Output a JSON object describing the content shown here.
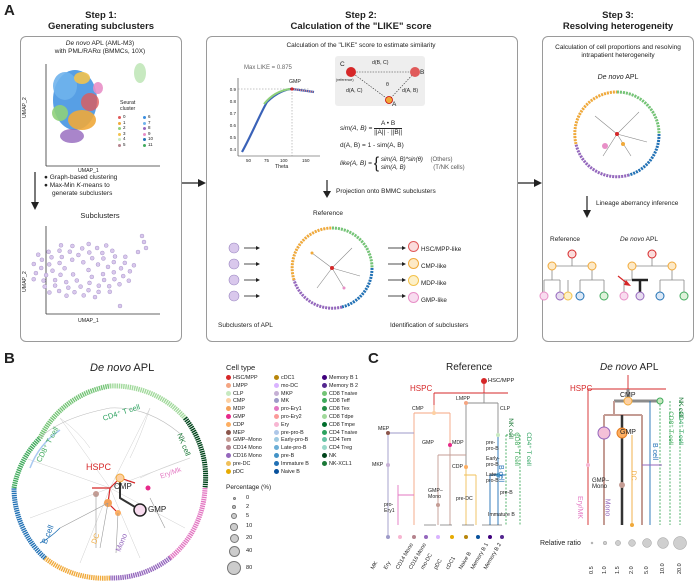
{
  "panel_a": {
    "letter": "A",
    "step1": {
      "title_line1": "Step 1:",
      "title_line2": "Generating subclusters",
      "sample_italic": "De novo",
      "sample_rest": " APL (AML-M3)",
      "sample_line2": "with PML/RARα (BMMCs, 10X)",
      "umap_y": "UMAP_2",
      "umap_x": "UMAP_1",
      "seurat_label_1": "Seurat",
      "seurat_label_2": "cluster",
      "seurat_clusters": [
        "0",
        "1",
        "2",
        "3",
        "4",
        "5",
        "6",
        "7",
        "8",
        "9",
        "10",
        "11"
      ],
      "bullet1": "Graph-based clustering",
      "bullet2_a": "Max-Min ",
      "bullet2_b": "K",
      "bullet2_c": "-means to",
      "bullet2_d": "generate subclusters",
      "subclusters_title": "Subclusters",
      "sub_umap_y": "UMAP_2",
      "sub_umap_x": "UMAP_1"
    },
    "step2": {
      "title_line1": "Step 2:",
      "title_line2": "Calculation of the \"LIKE\" score",
      "desc": "Calculation of the \"LIKE\" score to estimate similarity",
      "max_like": "Max LIKE = 0.875",
      "gmp_label": "GMP",
      "y_ticks": [
        "0.9",
        "0.8",
        "0.7",
        "0.6",
        "0.5",
        "0.4"
      ],
      "x_ticks": [
        "50",
        "75",
        "100",
        "150"
      ],
      "x_label": "Theta",
      "vec_c": "C",
      "vec_b": "B",
      "vec_a": "A",
      "d_bc": "d(B, C)",
      "d_ac": "d(A, C)",
      "d_ab": "d(A, B)",
      "theta": "θ",
      "ref_tag": "(reference)",
      "sim_lhs": "sim(A, B) = ",
      "sim_num": "A • B",
      "sim_den": "||A|| · ||B||",
      "d_formula": "d(A, B) = 1 - sim(A, B)",
      "like_lhs": "like(A, B) = ",
      "like_case1": "sim(A, B)*sin(θ)",
      "like_case1_note": "(Others)",
      "like_case2": "sim(A, B)",
      "like_case2_note": "(T/NK cells)",
      "projection": "Projection onto BMMC subclusters",
      "reference": "Reference",
      "subclusters_of_apl": "Subclusters of APL",
      "identification": "Identification of subclusters",
      "likes": [
        {
          "label": "HSC/MPP-like",
          "color": "#e05a5a"
        },
        {
          "label": "CMP-like",
          "color": "#f0a93a"
        },
        {
          "label": "MDP-like",
          "color": "#f3c24c"
        },
        {
          "label": "GMP-like",
          "color": "#e88fc7"
        }
      ]
    },
    "step3": {
      "title_line1": "Step 3:",
      "title_line2": "Resolving heterogeneity",
      "desc": "Calculation of cell proportions and resolving intrapatient heterogeneity",
      "sample_italic": "De novo",
      "sample_rest": " APL",
      "lineage": "Lineage aberrancy inference",
      "reference": "Reference",
      "denovo_italic": "De novo",
      "denovo_rest": " APL"
    }
  },
  "panel_b": {
    "letter": "B",
    "title_italic": "De novo",
    "title_rest": " APL",
    "legend_title": "Cell type",
    "cell_types": [
      {
        "label": "HSC/MPP",
        "color": "#d62728"
      },
      {
        "label": "LMPP",
        "color": "#f4a582"
      },
      {
        "label": "CLP",
        "color": "#c7e9c0"
      },
      {
        "label": "CMP",
        "color": "#fdd0a2"
      },
      {
        "label": "MDP",
        "color": "#f4a259"
      },
      {
        "label": "GMP",
        "color": "#e7298a"
      },
      {
        "label": "CDP",
        "color": "#fdae61"
      },
      {
        "label": "MEP",
        "color": "#8c564b"
      },
      {
        "label": "GMP–Mono",
        "color": "#c49c94"
      },
      {
        "label": "CD14 Mono",
        "color": "#b5838d"
      },
      {
        "label": "CD16 Mono",
        "color": "#9467bd"
      },
      {
        "label": "pre-DC",
        "color": "#f0c05a"
      },
      {
        "label": "pDC",
        "color": "#e6ab02"
      },
      {
        "label": "cDC1",
        "color": "#b8860b"
      },
      {
        "label": "mo-DC",
        "color": "#d9b3ff"
      },
      {
        "label": "MKP",
        "color": "#c5b0d5"
      },
      {
        "label": "MK",
        "color": "#9e9ac8"
      },
      {
        "label": "pro-Ery1",
        "color": "#e377c2"
      },
      {
        "label": "pro-Ery2",
        "color": "#fb9a99"
      },
      {
        "label": "Ery",
        "color": "#f7b6d2"
      },
      {
        "label": "pre-pro-B",
        "color": "#aec7e8"
      },
      {
        "label": "Early-pro-B",
        "color": "#9ecae1"
      },
      {
        "label": "Late-pro-B",
        "color": "#6baed6"
      },
      {
        "label": "pre-B",
        "color": "#4292c6"
      },
      {
        "label": "Immature B",
        "color": "#2171b5"
      },
      {
        "label": "Naive B",
        "color": "#08519c"
      },
      {
        "label": "Memory B 1",
        "color": "#3f007d"
      },
      {
        "label": "Memory B 2",
        "color": "#54278f"
      },
      {
        "label": "CD8 Tnaive",
        "color": "#74c476"
      },
      {
        "label": "CD8 Teff",
        "color": "#41ab5d"
      },
      {
        "label": "CD8 Tex",
        "color": "#238b45"
      },
      {
        "label": "CD8 Tdpe",
        "color": "#a1d99b"
      },
      {
        "label": "CD8 Tmpe",
        "color": "#006d2c"
      },
      {
        "label": "CD4 Tnaive",
        "color": "#2ca25f"
      },
      {
        "label": "CD4 Tem",
        "color": "#66c2a4"
      },
      {
        "label": "CD4 Treg",
        "color": "#99d8c9"
      },
      {
        "label": "NK",
        "color": "#00441b"
      },
      {
        "label": "NK-XCL1",
        "color": "#1b7837"
      }
    ],
    "percentage_title": "Percentage (%)",
    "percentages": [
      "0",
      "2",
      "5",
      "10",
      "20",
      "40",
      "80"
    ],
    "tree_labels": {
      "cd4": "CD4⁺ T cell",
      "cd8": "CD8⁺ T cell",
      "nk": "NK cell",
      "hspc": "HSPC",
      "cmp": "CMP",
      "gmp": "GMP",
      "bcell": "B cell",
      "dc": "DC",
      "mono": "Mono",
      "ery": "Ery/Mk"
    }
  },
  "panel_c": {
    "letter": "C",
    "reference_title": "Reference",
    "denovo_italic": "De novo",
    "denovo_rest": " APL",
    "ref_labels": {
      "hsc": "HSC/MPP",
      "hspc": "HSPC",
      "lmpp": "LMPP",
      "cmp": "CMP",
      "clp": "CLP",
      "mep": "MEP",
      "gmp": "GMP",
      "mdp": "MDP",
      "mkp": "MKP",
      "cdp": "CDP",
      "prepro": "pre-\npro-B",
      "early": "Early-\npro-B",
      "late": "Late-\npro-B",
      "gmpmono": "GMP–\nMono",
      "predc": "pre-DC",
      "preb": "pre-B",
      "proery": "pro-\nEry1",
      "immb": "Immature B",
      "bcell": "B cell",
      "cd8": "CD8⁺ T cell",
      "cd4": "CD4⁺ T cell",
      "nk": "NK cell"
    },
    "bottom_labels": [
      "MK",
      "Ery",
      "CD14 Mono",
      "CD16 Mono",
      "mo-DC",
      "pDC",
      "cDC1",
      "Naive B",
      "Memory B 1",
      "Memory B 2"
    ],
    "apl_labels": {
      "hspc": "HSPC",
      "cmp": "CMP",
      "gmp": "GMP",
      "gmpmono": "GMP–\nMono",
      "dc": "DC",
      "mono": "Mono",
      "ery": "Ery/MK",
      "bcell": "B cell",
      "cd8": "CD8⁺ T cell",
      "cd4": "CD4⁺ T cell",
      "nk": "NK cell"
    },
    "ratio_title": "Relative ratio",
    "ratios": [
      "0.5",
      "1.0",
      "1.5",
      "2.0",
      "5.0",
      "10.0",
      "20.0"
    ]
  }
}
